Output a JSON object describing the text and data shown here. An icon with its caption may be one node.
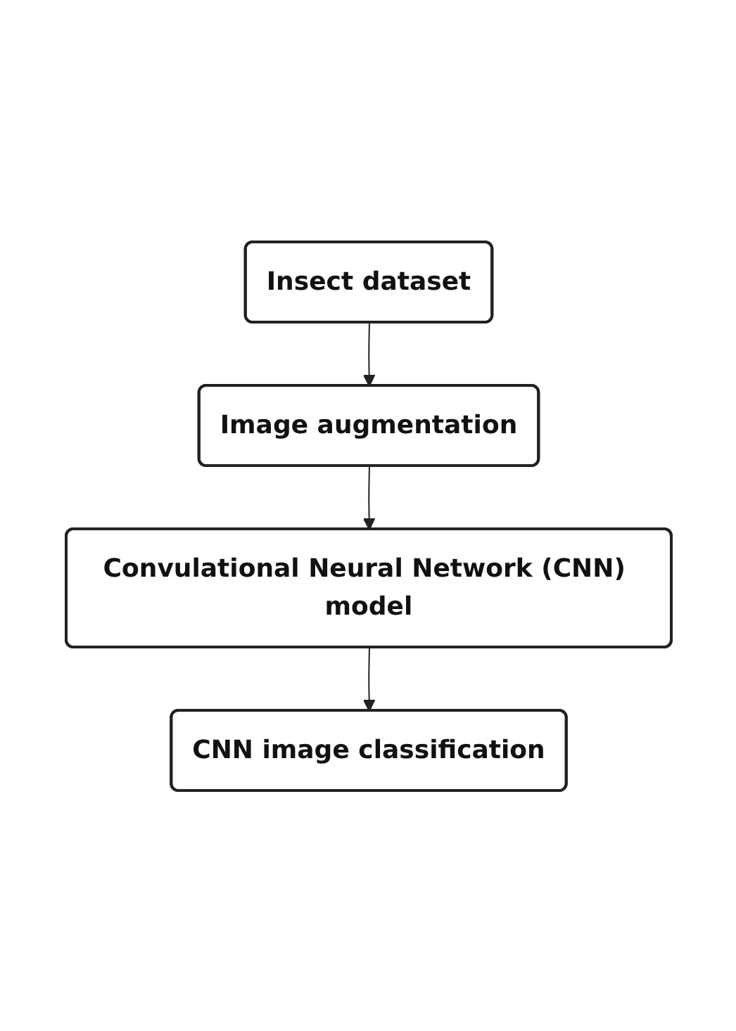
{
  "diagram": {
    "nodes": [
      {
        "text": [
          "Insect dataset"
        ]
      },
      {
        "text": [
          "Image augmentation"
        ]
      },
      {
        "text": [
          "Convulational Neural Network (CNN) model"
        ]
      },
      {
        "text": [
          "CNN image classification"
        ]
      }
    ],
    "edges": [
      {
        "from": 0,
        "to": 1,
        "arrow": "to"
      },
      {
        "from": 1,
        "to": 2,
        "arrow": "to"
      },
      {
        "from": 2,
        "to": 3,
        "arrow": "to"
      }
    ]
  }
}
